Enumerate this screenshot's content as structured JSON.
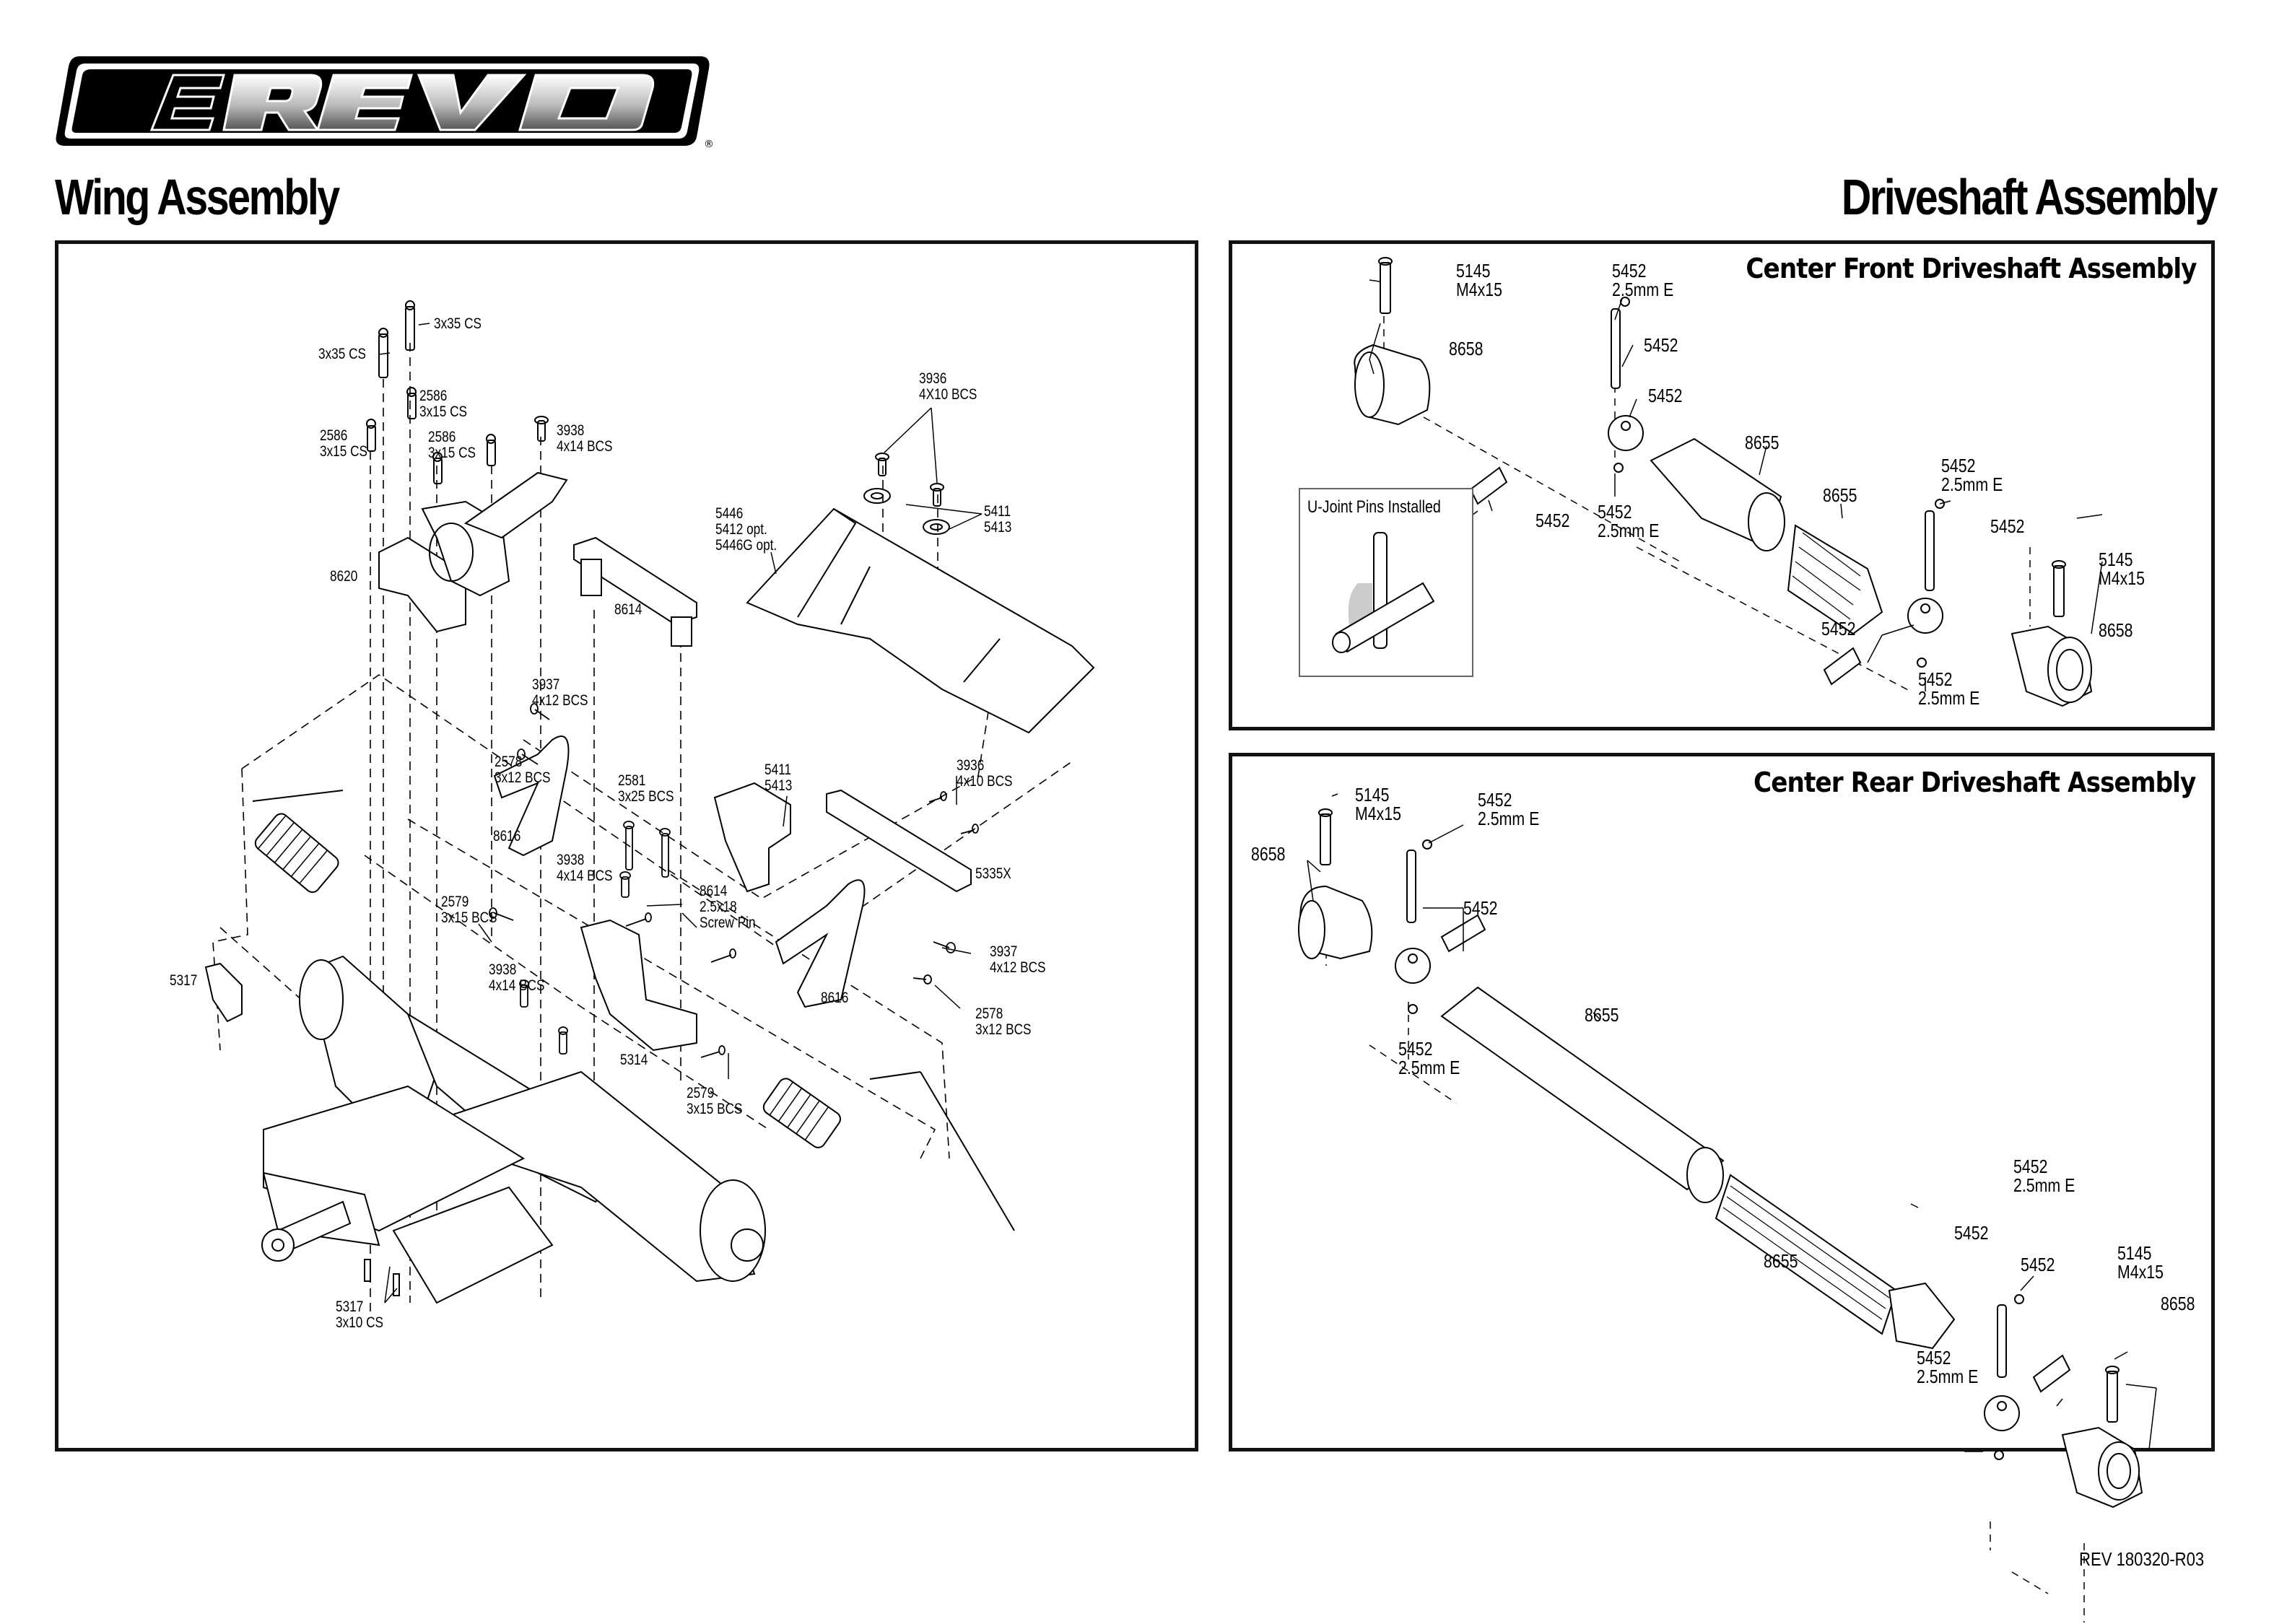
{
  "brand": {
    "logo_text": "EREVO",
    "registered_mark": "®"
  },
  "wing_section": {
    "title": "Wing Assembly",
    "callouts": [
      {
        "id": "w1",
        "text": "3x35 CS"
      },
      {
        "id": "w2",
        "text": "3x35 CS"
      },
      {
        "id": "w3",
        "text": "2586\n3x15 CS"
      },
      {
        "id": "w4",
        "text": "2586\n3x15 CS"
      },
      {
        "id": "w5",
        "text": "2586\n3x15 CS"
      },
      {
        "id": "w6",
        "text": "3938\n4x14 BCS"
      },
      {
        "id": "w7",
        "text": "8620"
      },
      {
        "id": "w8",
        "text": "3936\n4X10 BCS"
      },
      {
        "id": "w9",
        "text": "5446\n5412 opt.\n5446G opt."
      },
      {
        "id": "w10",
        "text": "5411\n5413"
      },
      {
        "id": "w11",
        "text": "8614"
      },
      {
        "id": "w12",
        "text": "3937\n4x12 BCS"
      },
      {
        "id": "w13",
        "text": "2578\n3x12 BCS"
      },
      {
        "id": "w14",
        "text": "2581\n3x25 BCS"
      },
      {
        "id": "w15",
        "text": "5411\n5413"
      },
      {
        "id": "w16",
        "text": "3936\n4x10 BCS"
      },
      {
        "id": "w17",
        "text": "8616"
      },
      {
        "id": "w18",
        "text": "3938\n4x14 BCS"
      },
      {
        "id": "w19",
        "text": "5335X"
      },
      {
        "id": "w20",
        "text": "8614\n2.5x18\nScrew Pin"
      },
      {
        "id": "w21",
        "text": "2579\n3x15 BCS"
      },
      {
        "id": "w22",
        "text": "3937\n4x12 BCS"
      },
      {
        "id": "w23",
        "text": "5317"
      },
      {
        "id": "w24",
        "text": "3938\n4x14 BCS"
      },
      {
        "id": "w25",
        "text": "8616"
      },
      {
        "id": "w26",
        "text": "2578\n3x12 BCS"
      },
      {
        "id": "w27",
        "text": "5314"
      },
      {
        "id": "w28",
        "text": "2579\n3x15 BCS"
      },
      {
        "id": "w29",
        "text": "5317\n3x10 CS"
      }
    ]
  },
  "driveshaft_section": {
    "title": "Driveshaft Assembly",
    "front": {
      "title": "Center Front Driveshaft Assembly",
      "inset_title": "U-Joint Pins Installed",
      "callouts": [
        {
          "id": "f1",
          "text": "5145\nM4x15"
        },
        {
          "id": "f2",
          "text": "5452\n2.5mm E"
        },
        {
          "id": "f3",
          "text": "8658"
        },
        {
          "id": "f4",
          "text": "5452"
        },
        {
          "id": "f5",
          "text": "5452"
        },
        {
          "id": "f6",
          "text": "8655"
        },
        {
          "id": "f7",
          "text": "5452"
        },
        {
          "id": "f8",
          "text": "5452\n2.5mm E"
        },
        {
          "id": "f9",
          "text": "8655"
        },
        {
          "id": "f10",
          "text": "5452\n2.5mm E"
        },
        {
          "id": "f11",
          "text": "5452"
        },
        {
          "id": "f12",
          "text": "5145\nM4x15"
        },
        {
          "id": "f13",
          "text": "5452"
        },
        {
          "id": "f14",
          "text": "8658"
        },
        {
          "id": "f15",
          "text": "5452\n2.5mm E"
        }
      ]
    },
    "rear": {
      "title": "Center Rear Driveshaft Assembly",
      "callouts": [
        {
          "id": "r1",
          "text": "5145\nM4x15"
        },
        {
          "id": "r2",
          "text": "5452\n2.5mm E"
        },
        {
          "id": "r3",
          "text": "8658"
        },
        {
          "id": "r4",
          "text": "5452"
        },
        {
          "id": "r5",
          "text": "8655"
        },
        {
          "id": "r6",
          "text": "5452\n2.5mm E"
        },
        {
          "id": "r7",
          "text": "5452\n2.5mm E"
        },
        {
          "id": "r8",
          "text": "5452"
        },
        {
          "id": "r9",
          "text": "8655"
        },
        {
          "id": "r10",
          "text": "5452"
        },
        {
          "id": "r11",
          "text": "5145\nM4x15"
        },
        {
          "id": "r12",
          "text": "8658"
        },
        {
          "id": "r13",
          "text": "5452\n2.5mm E"
        }
      ]
    }
  },
  "footer": {
    "revision": "REV 180320-R03"
  }
}
